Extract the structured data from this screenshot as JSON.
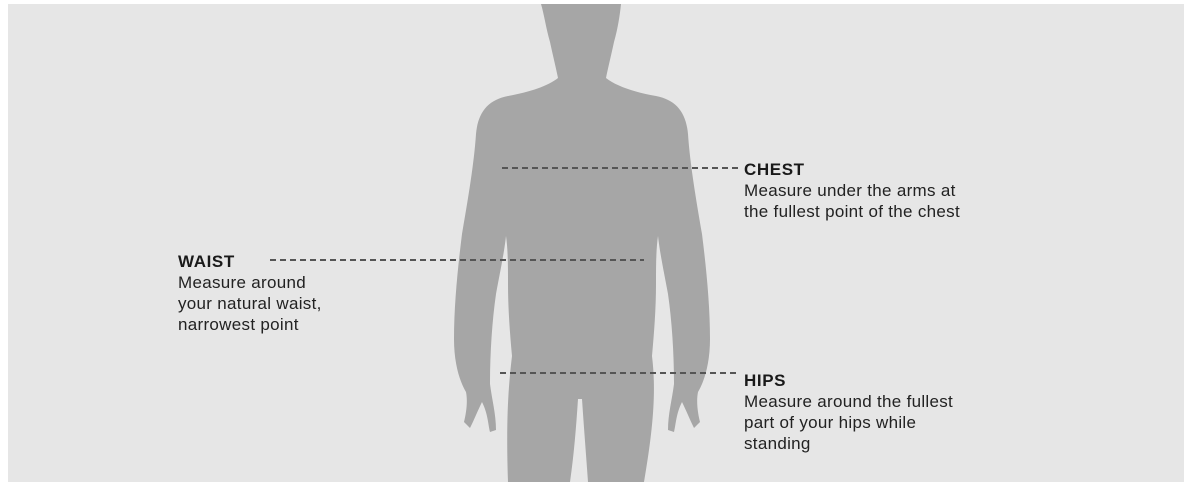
{
  "labels": {
    "chest": {
      "title": "CHEST",
      "lines": [
        "Measure under the arms at",
        "the fullest point of the chest"
      ]
    },
    "waist": {
      "title": "WAIST",
      "lines": [
        "Measure around",
        "your natural waist,",
        "narrowest point"
      ]
    },
    "hips": {
      "title": "HIPS",
      "lines": [
        "Measure around the fullest",
        "part of your hips while",
        "standing"
      ]
    }
  },
  "colors": {
    "background": "#e6e6e6",
    "silhouette": "#a6a6a6",
    "dashed_line": "#555555",
    "text": "#1a1a1a"
  }
}
